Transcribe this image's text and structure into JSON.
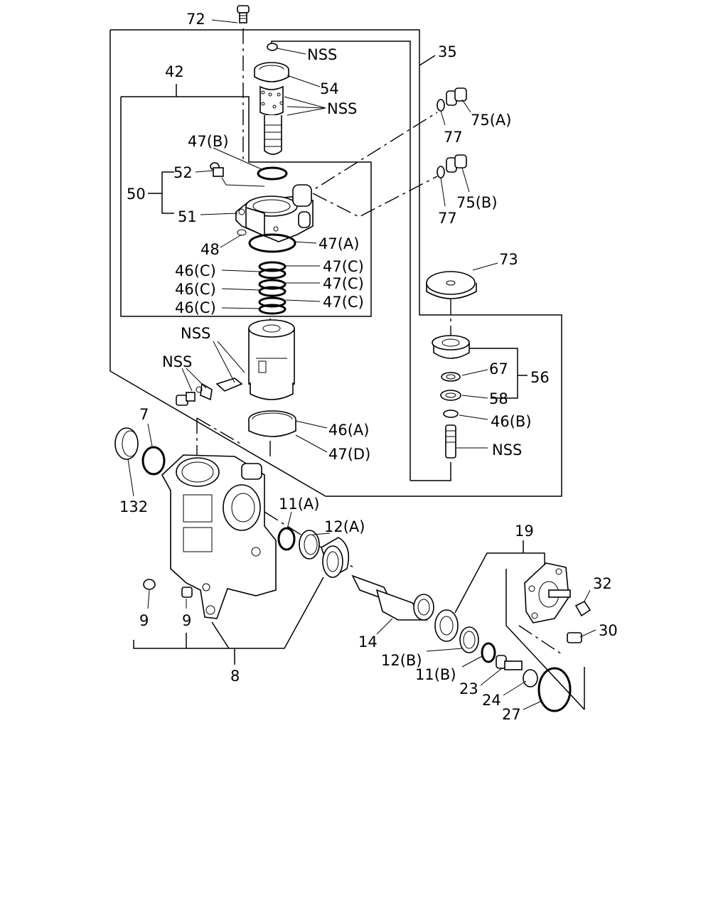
{
  "labels": {
    "l72": "72",
    "nss_top": "NSS",
    "l35": "35",
    "l42": "42",
    "l54": "54",
    "nss_valve": "NSS",
    "l75a": "75(A)",
    "l77a": "77",
    "l47b": "47(B)",
    "l52": "52",
    "l50": "50",
    "l75b": "75(B)",
    "l51": "51",
    "l77b": "77",
    "l48": "48",
    "l47a": "47(A)",
    "l46c1": "46(C)",
    "l47c1": "47(C)",
    "l46c2": "46(C)",
    "l47c2": "47(C)",
    "l46c3": "46(C)",
    "l47c3": "47(C)",
    "l73": "73",
    "nss_housing": "NSS",
    "nss_screw": "NSS",
    "l67": "67",
    "l56": "56",
    "l58": "58",
    "l46b": "46(B)",
    "l7": "7",
    "l46a": "46(A)",
    "nss_stud": "NSS",
    "l47d": "47(D)",
    "l132": "132",
    "l11a": "11(A)",
    "l12a": "12(A)",
    "l19": "19",
    "l32": "32",
    "l9a": "9",
    "l9b": "9",
    "l30": "30",
    "l14": "14",
    "l12b": "12(B)",
    "l11b": "11(B)",
    "l8": "8",
    "l23": "23",
    "l24": "24",
    "l27": "27"
  }
}
